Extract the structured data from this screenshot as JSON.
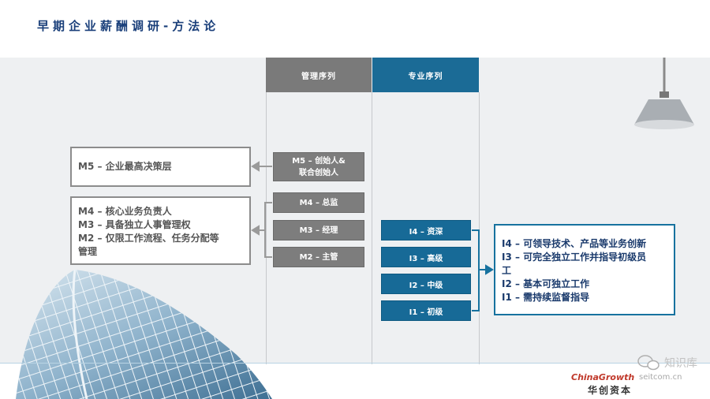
{
  "title": "早期企业薪酬调研-方法论",
  "columns": {
    "management": "管理序列",
    "professional": "专业序列"
  },
  "management_levels": [
    {
      "label_lines": [
        "M5 – 创始人&",
        "联合创始人"
      ]
    },
    {
      "label_lines": [
        "M4 – 总监"
      ]
    },
    {
      "label_lines": [
        "M3 – 经理"
      ]
    },
    {
      "label_lines": [
        "M2 – 主管"
      ]
    }
  ],
  "professional_levels": [
    {
      "label": "I4 – 资深"
    },
    {
      "label": "I3 – 高级"
    },
    {
      "label": "I2 – 中级"
    },
    {
      "label": "I1 – 初级"
    }
  ],
  "descriptions": {
    "m5": [
      "M5 – 企业最高决策层"
    ],
    "m4_m2": [
      "M4 – 核心业务负责人",
      "M3 – 具备独立人事管理权",
      "M2 – 仅限工作流程、任务分配等",
      "管理"
    ],
    "i_levels": [
      "I4 – 可领导技术、产品等业务创新",
      "I3 – 可完全独立工作并指导初级员",
      "工",
      "I2 – 基本可独立工作",
      "I1 – 需持续监督指导"
    ]
  },
  "watermark": {
    "wechat_name": "知识库",
    "logo_text": "ChinaGrowth",
    "logo_suffix": "seitcom.cn",
    "logo_cn": "华创资本"
  },
  "colors": {
    "title": "#1a3f7a",
    "management": "#7a7a7a",
    "professional": "#1b6b96",
    "border_grey": "#8c8c8c",
    "border_blue": "#17729f"
  }
}
